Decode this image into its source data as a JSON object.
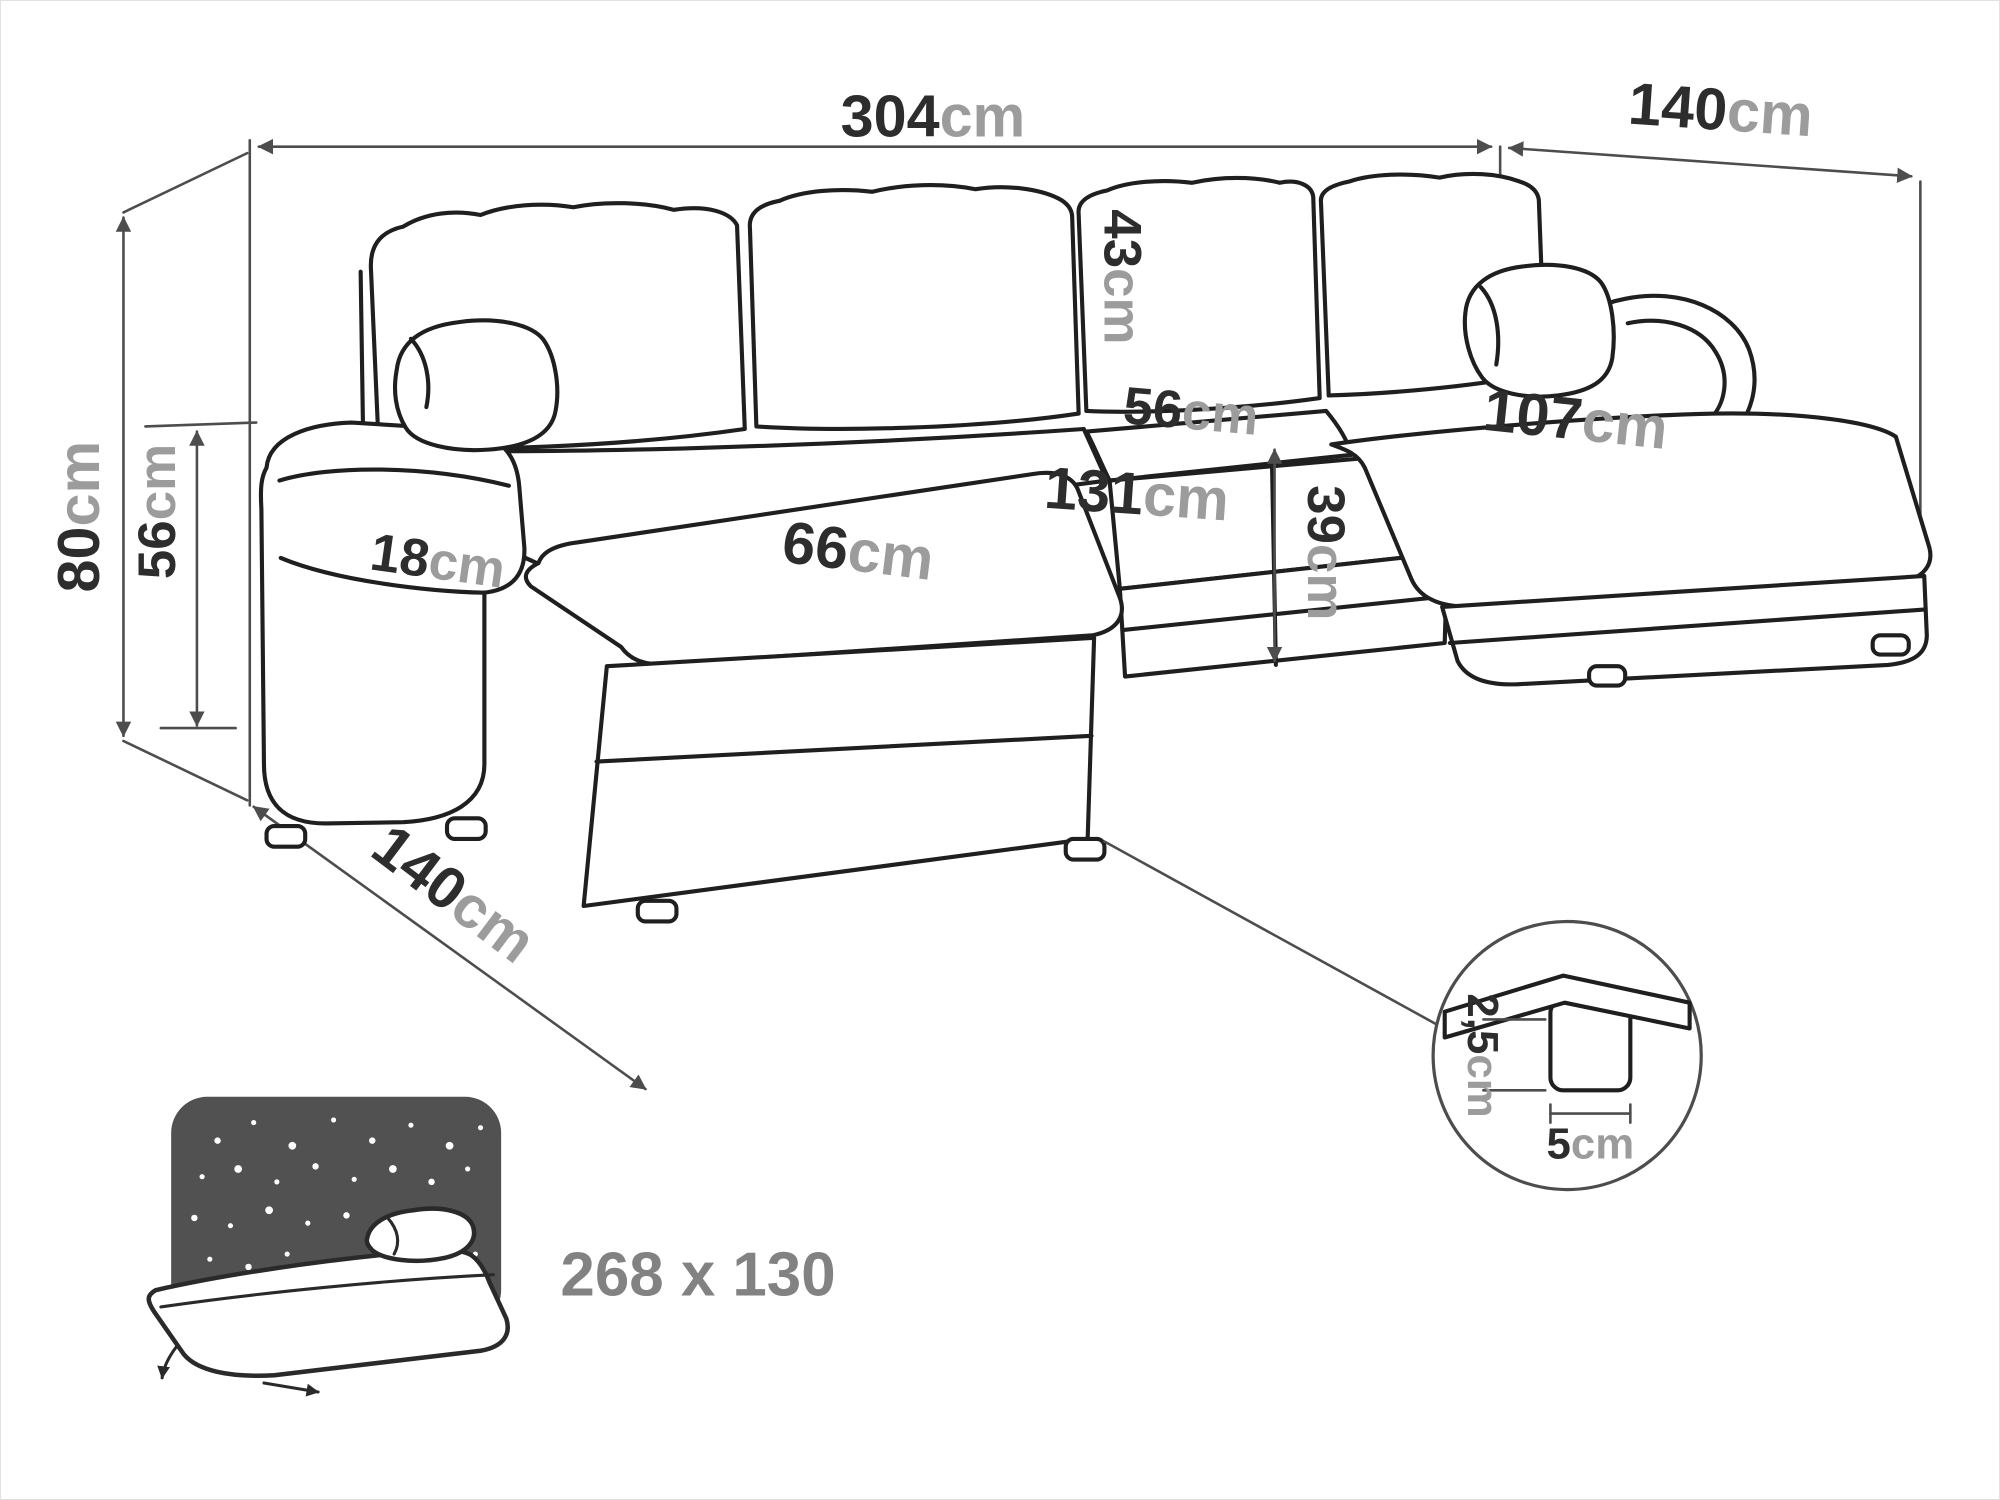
{
  "diagram": {
    "title": "u-shaped-sofa-dimension-diagram",
    "dimensions": {
      "total_width": {
        "value": "304",
        "unit": "cm"
      },
      "depth_right": {
        "value": "140",
        "unit": "cm"
      },
      "height_total": {
        "value": "80",
        "unit": "cm"
      },
      "height_armrest": {
        "value": "56",
        "unit": "cm"
      },
      "back_cushion_height": {
        "value": "43",
        "unit": "cm"
      },
      "seat_depth_middle": {
        "value": "56",
        "unit": "cm"
      },
      "chaise_right_length": {
        "value": "107",
        "unit": "cm"
      },
      "middle_seat_width": {
        "value": "131",
        "unit": "cm"
      },
      "seat_height": {
        "value": "39",
        "unit": "cm"
      },
      "chaise_left_width": {
        "value": "66",
        "unit": "cm"
      },
      "armrest_width": {
        "value": "18",
        "unit": "cm"
      },
      "depth_left": {
        "value": "140",
        "unit": "cm"
      },
      "leg_height": {
        "value": "2,5",
        "unit": "cm"
      },
      "leg_width": {
        "value": "5",
        "unit": "cm"
      }
    },
    "sleeping_area": {
      "label": "268 x 130"
    },
    "icons": {
      "sleeping_function": "bed-night-stars-icon",
      "leg_detail": "leg-detail-magnifier-circle"
    },
    "colors": {
      "outline": "#1f1f1f",
      "thin_line": "#4d4d4d",
      "number": "#2d2d2d",
      "unit": "#9c9c9c",
      "night_sky": "#515151"
    }
  }
}
